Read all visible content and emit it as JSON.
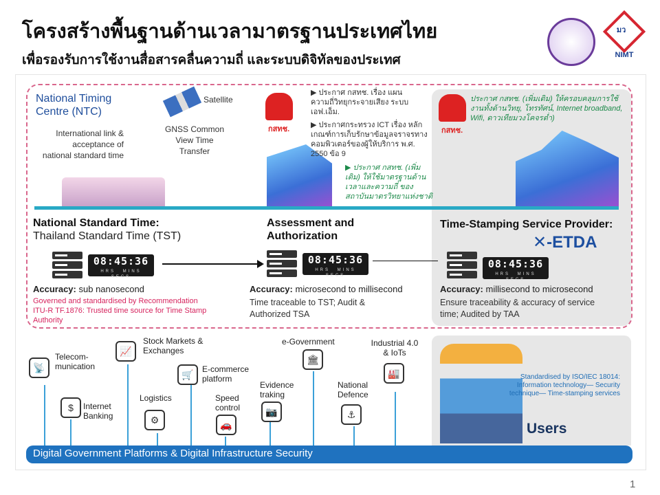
{
  "header": {
    "title": "โครงสร้างพื้นฐานด้านเวลามาตรฐานประเทศไทย",
    "subtitle": "เพื่อรองรับการใช้งานสื่อสารคลื่นความถี่ และระบบดิจิทัลของประเทศ",
    "logo_nimt": "NIMT",
    "logo_mw": "มว"
  },
  "diagram": {
    "ntc": "National Timing Centre (NTC)",
    "satellite": "Satellite",
    "gnss": "GNSS Common View Time Transfer",
    "intl": "International link & acceptance of national standard time",
    "nbtc": "กสทช.",
    "notices": [
      "ประกาศ กสทช. เรื่อง แผนความถี่วิทยุกระจายเสียง ระบบ เอฟ.เอ็ม.",
      "ประกาศกระทรวง ICT เรื่อง หลักเกณฑ์การเก็บรักษาข้อมูลจราจรทางคอมพิวเตอร์ของผู้ให้บริการ พ.ศ. 2550 ข้อ 9"
    ],
    "notice_green": "ประกาศ กสทช. (เพิ่มเติม) ให้ใช้มาตรฐานด้านเวลาและความถี่ ของสถาบันมาตรวิทยาแห่งชาติ",
    "notice_right": "ประกาศ กสทช. (เพิ่มเติม) ให้ครอบคลุมการใช้งานทั้งด้านวิทยุ, โทรทัศน์, Internet broadband, Wifi, ดาวเทียมวงโคจรต่ำ)",
    "columns": [
      {
        "title1": "National Standard Time:",
        "title2": "Thailand Standard Time (TST)",
        "clock": "08:45:36",
        "acc_label": "Accuracy:",
        "acc": "sub nanosecond",
        "note": "Governed and standardised by Recommendation ITU-R TF.1876: Trusted time source for Time Stamp Authority"
      },
      {
        "title1": "Assessment and",
        "title2": "Authorization",
        "clock": "08:45:36",
        "acc_label": "Accuracy:",
        "acc": "microsecond to millisecond",
        "note": "Time traceable to TST; Audit & Authorized TSA"
      },
      {
        "title1": "Time-Stamping Service Provider:",
        "title2": "",
        "clock": "08:45:36",
        "acc_label": "Accuracy:",
        "acc": "millisecond to microsecond",
        "note": "Ensure traceability & accuracy of service time; Audited by TAA"
      }
    ],
    "etda": "ETDA",
    "clock_units": "HRS MINS SECS"
  },
  "sectors": [
    {
      "label": "Telecom-munication"
    },
    {
      "label": "Internet Banking"
    },
    {
      "label": "Stock Markets & Exchanges"
    },
    {
      "label": "Logistics"
    },
    {
      "label": "E-commerce platform"
    },
    {
      "label": "Speed control"
    },
    {
      "label": "Evidence traking"
    },
    {
      "label": "e-Government"
    },
    {
      "label": "National Defence"
    },
    {
      "label": "Industrial 4.0 & IoTs"
    }
  ],
  "users": {
    "standard": "Standardised by ISO/IEC 18014: Information technology— Security technique— Time-stamping services",
    "label": "Users"
  },
  "footer_bar": "Digital Government Platforms & Digital Infrastructure Security",
  "page_number": "1"
}
